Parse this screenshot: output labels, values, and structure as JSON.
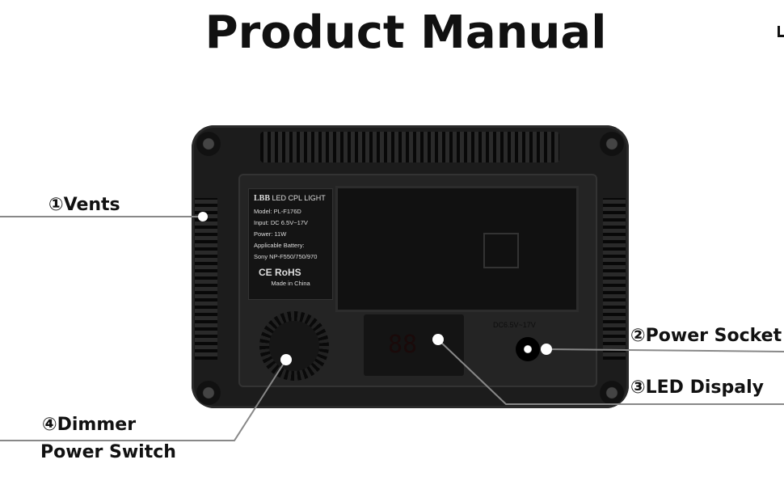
{
  "title": "Product Manual",
  "callouts": {
    "vents": "①Vents",
    "power_socket": "②Power Socket",
    "led_display": "③LED Dispaly",
    "dimmer_line1": "④Dimmer",
    "dimmer_line2": "Power Switch"
  },
  "sticker": {
    "brand": "LBB",
    "product": "LED CPL LIGHT",
    "model": "Model: PL-F176D",
    "input": "Input: DC 6.5V~17V",
    "power": "Power: 11W",
    "battery_label": "Applicable Battery:",
    "battery": "Sony NP-F550/750/970",
    "cert": "CE RoHS",
    "made": "Made in China"
  },
  "socket_label": "DC6.5V~17V",
  "display_digits": "88"
}
